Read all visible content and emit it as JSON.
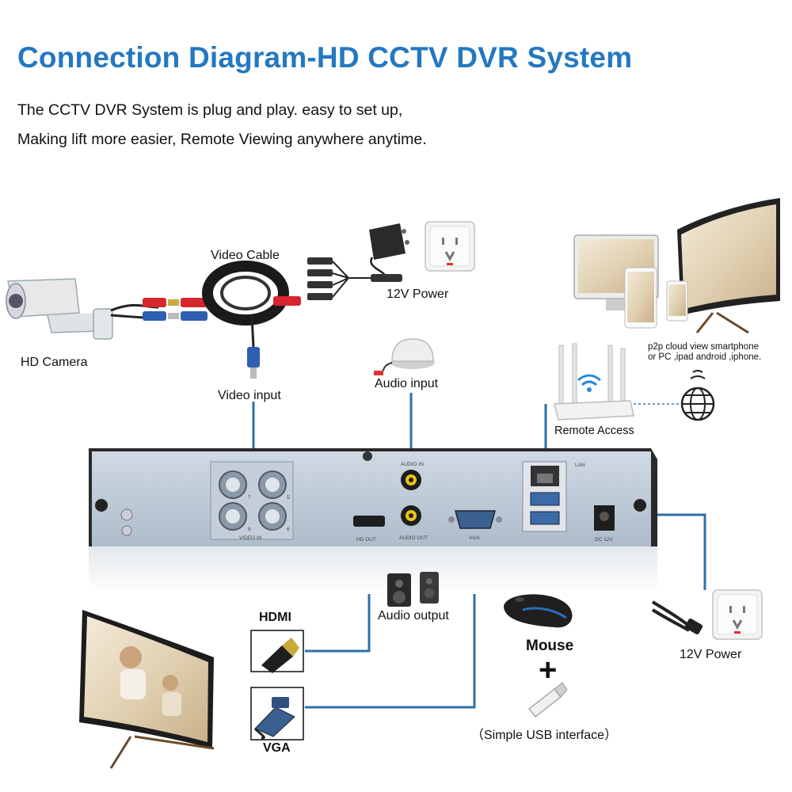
{
  "header": {
    "title": "Connection Diagram-HD CCTV DVR System",
    "line1": "The CCTV DVR System is plug and play. easy to set up,",
    "line2": "Making lift more easier, Remote Viewing anywhere anytime."
  },
  "labels": {
    "video_cable": "Video Cable",
    "power_top": "12V Power",
    "hd_camera": "HD Camera",
    "video_input": "Video input",
    "audio_input": "Audio input",
    "p2p_line1": "p2p cloud view smartphone",
    "p2p_line2": "or PC ,ipad android ,iphone.",
    "remote_access": "Remote Access",
    "hdmi": "HDMI",
    "audio_output": "Audio output",
    "mouse": "Mouse",
    "plus": "+",
    "usb_interface": "（Simple USB interface）",
    "power_bottom": "12V Power",
    "vga": "VGA"
  },
  "dvr_panel": {
    "video_in": "VIDEO IN",
    "hd_out": "HD OUT",
    "audio_in": "AUDIO IN",
    "audio_out": "AUDIO OUT",
    "vga": "VGA",
    "lan": "LAN",
    "dc": "DC 12V",
    "bnc_numbers": [
      "7",
      "5",
      "8",
      "6"
    ]
  },
  "colors": {
    "title": "#2478c2",
    "wire": "#2f6fa6",
    "panel": "#b9c6d3"
  },
  "icons": [
    "camera-icon",
    "power-adapter-icon",
    "wall-socket-icon",
    "microphone-icon",
    "router-icon",
    "globe-icon",
    "speaker-icon",
    "mouse-icon",
    "usb-stick-icon",
    "monitor-icon",
    "hdmi-plug-icon",
    "vga-plug-icon"
  ]
}
